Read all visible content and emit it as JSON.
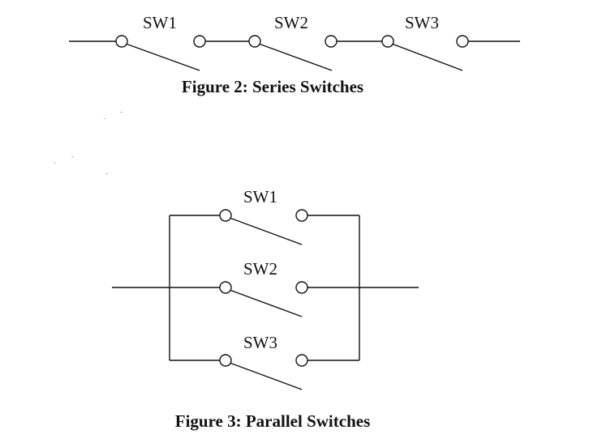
{
  "series": {
    "switches": [
      {
        "label": "SW1"
      },
      {
        "label": "SW2"
      },
      {
        "label": "SW3"
      }
    ],
    "caption": "Figure 2: Series Switches"
  },
  "parallel": {
    "switches": [
      {
        "label": "SW1"
      },
      {
        "label": "SW2"
      },
      {
        "label": "SW3"
      }
    ],
    "caption": "Figure 3: Parallel Switches"
  }
}
